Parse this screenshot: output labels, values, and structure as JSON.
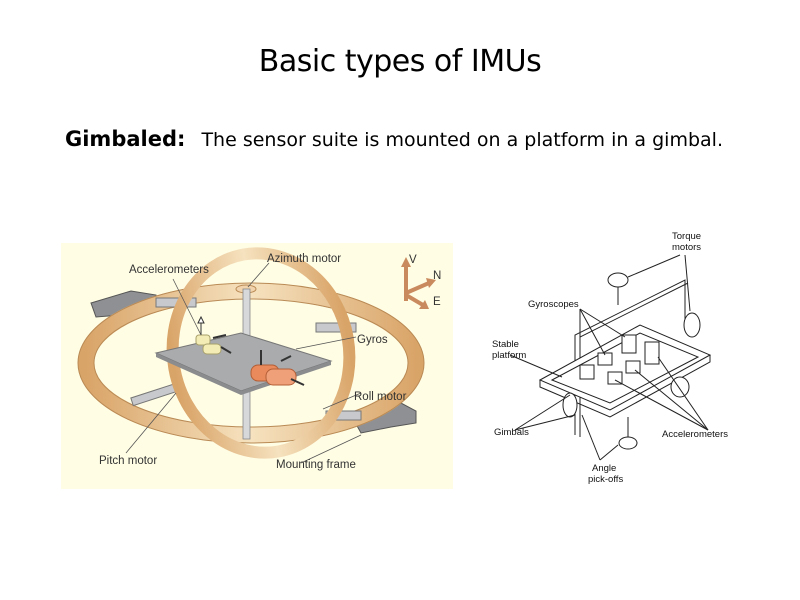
{
  "slide": {
    "title": "Basic types of IMUs",
    "term": "Gimbaled:",
    "description": "The sensor suite is mounted on a platform in a gimbal."
  },
  "figure_left": {
    "labels": {
      "accelerometers": "Accelerometers",
      "azimuth_motor": "Azimuth motor",
      "gyros": "Gyros",
      "roll_motor": "Roll motor",
      "pitch_motor": "Pitch motor",
      "mounting_frame": "Mounting frame"
    },
    "axes": {
      "v": "V",
      "n": "N",
      "e": "E"
    },
    "colors": {
      "background": "#fffde4",
      "gimbal": "#e3b47a",
      "platform": "#a9abad",
      "gyro": "#e98a5c",
      "accel": "#f3ecb5",
      "axes_arrows": "#c98a5e"
    }
  },
  "figure_right": {
    "labels": {
      "torque_motors_1": "Torque",
      "torque_motors_2": "motors",
      "gyroscopes": "Gyroscopes",
      "stable_platform_1": "Stable",
      "stable_platform_2": "platform",
      "gimbals": "Gimbals",
      "accelerometers": "Accelerometers",
      "angle_pickoffs_1": "Angle",
      "angle_pickoffs_2": "pick-offs"
    }
  }
}
